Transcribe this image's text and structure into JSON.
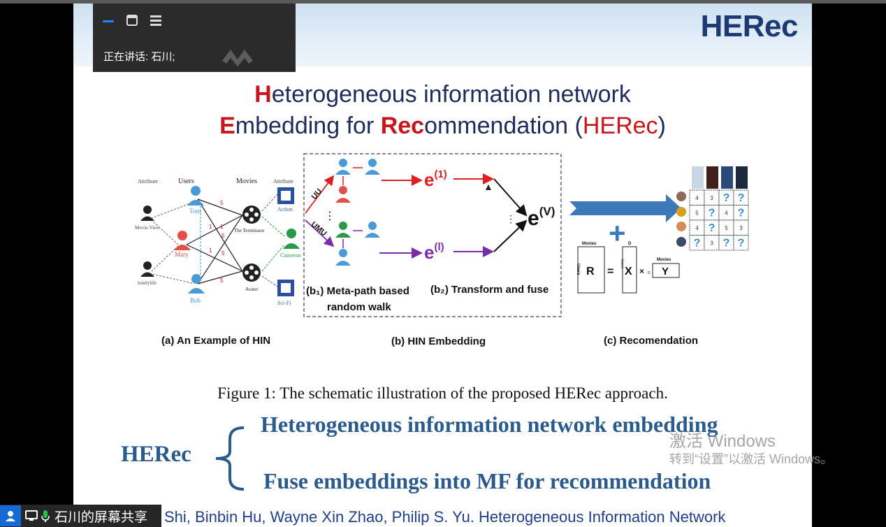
{
  "slide": {
    "brand": "HERec",
    "title_line1": {
      "h": "H",
      "rest": "eterogeneous information network"
    },
    "title_line2": {
      "e": "E",
      "mid": "mbedding for ",
      "rec": "Rec",
      "rest": "ommendation (",
      "abbr": "HERec",
      "close": ")"
    },
    "figure": {
      "panel_a": {
        "caption": "(a) An Example of HIN",
        "col_attr_left": "Attribute",
        "col_users": "Users",
        "col_movies": "Movies",
        "col_attr_right": "Attribute",
        "users": [
          "Tom",
          "Mary",
          "Bob"
        ],
        "movies": [
          "The Terminator",
          "Avater"
        ],
        "attr_left": [
          "Movie-View",
          "lonelylife"
        ],
        "attr_right": [
          "Action",
          "Cameron",
          "Sci-Fi"
        ],
        "edge_weights": [
          "5",
          "1",
          "1",
          "5",
          "1",
          "5",
          "5"
        ]
      },
      "panel_b": {
        "caption": "(b) HIN Embedding",
        "b1": "(b₁) Meta-path based",
        "b1_line2": "random walk",
        "b2": "(b₂) Transform and fuse",
        "path_uu": "UU",
        "path_umu": "UMU",
        "ellipsis": "⋮",
        "e1": "e",
        "e1_sup": "(1)",
        "el": "e",
        "el_sup": "(l)",
        "ev": "e",
        "ev_sup": "(V)"
      },
      "panel_c": {
        "caption": "(c) Recomendation",
        "matrix_rows": [
          [
            "4",
            "3",
            "?",
            "?"
          ],
          [
            "5",
            "?",
            "4",
            "?"
          ],
          [
            "4",
            "?",
            "5",
            "3"
          ],
          [
            "?",
            "3",
            "?",
            "?"
          ]
        ],
        "mf_r": "R",
        "mf_x": "X",
        "mf_y": "Y",
        "mf_movies": "Movies",
        "mf_users": "Users",
        "mf_d": "D",
        "mf_eq": "=",
        "mf_times": "×",
        "plus": "+"
      }
    },
    "caption": "Figure 1: The schematic illustration of the proposed HERec approach.",
    "herec_label": "HERec",
    "bullets": [
      "Heterogeneous information network embedding",
      "Fuse embeddings into MF for recommendation"
    ],
    "reference": "Shi, Binbin Hu, Wayne Xin Zhao, Philip S. Yu. Heterogeneous Information Network"
  },
  "watermark": {
    "line1": "激活 Windows",
    "line2": "转到“设置”以激活 Windows。"
  },
  "meeting_panel": {
    "speaking": "正在讲话: 石川;",
    "controls": [
      "minimize-icon",
      "window-icon",
      "menu-icon"
    ]
  },
  "share_bar": {
    "label": "石川的屏幕共享",
    "icons": [
      "person-icon",
      "screen-share-icon",
      "microphone-icon"
    ]
  },
  "colors": {
    "title": "#1f2c5a",
    "accent_red": "#c8161d",
    "brand": "#1d3a72",
    "bullet_blue": "#2b5a8c",
    "purple": "#7a2da8",
    "arrow_blue": "#3d78b8"
  }
}
